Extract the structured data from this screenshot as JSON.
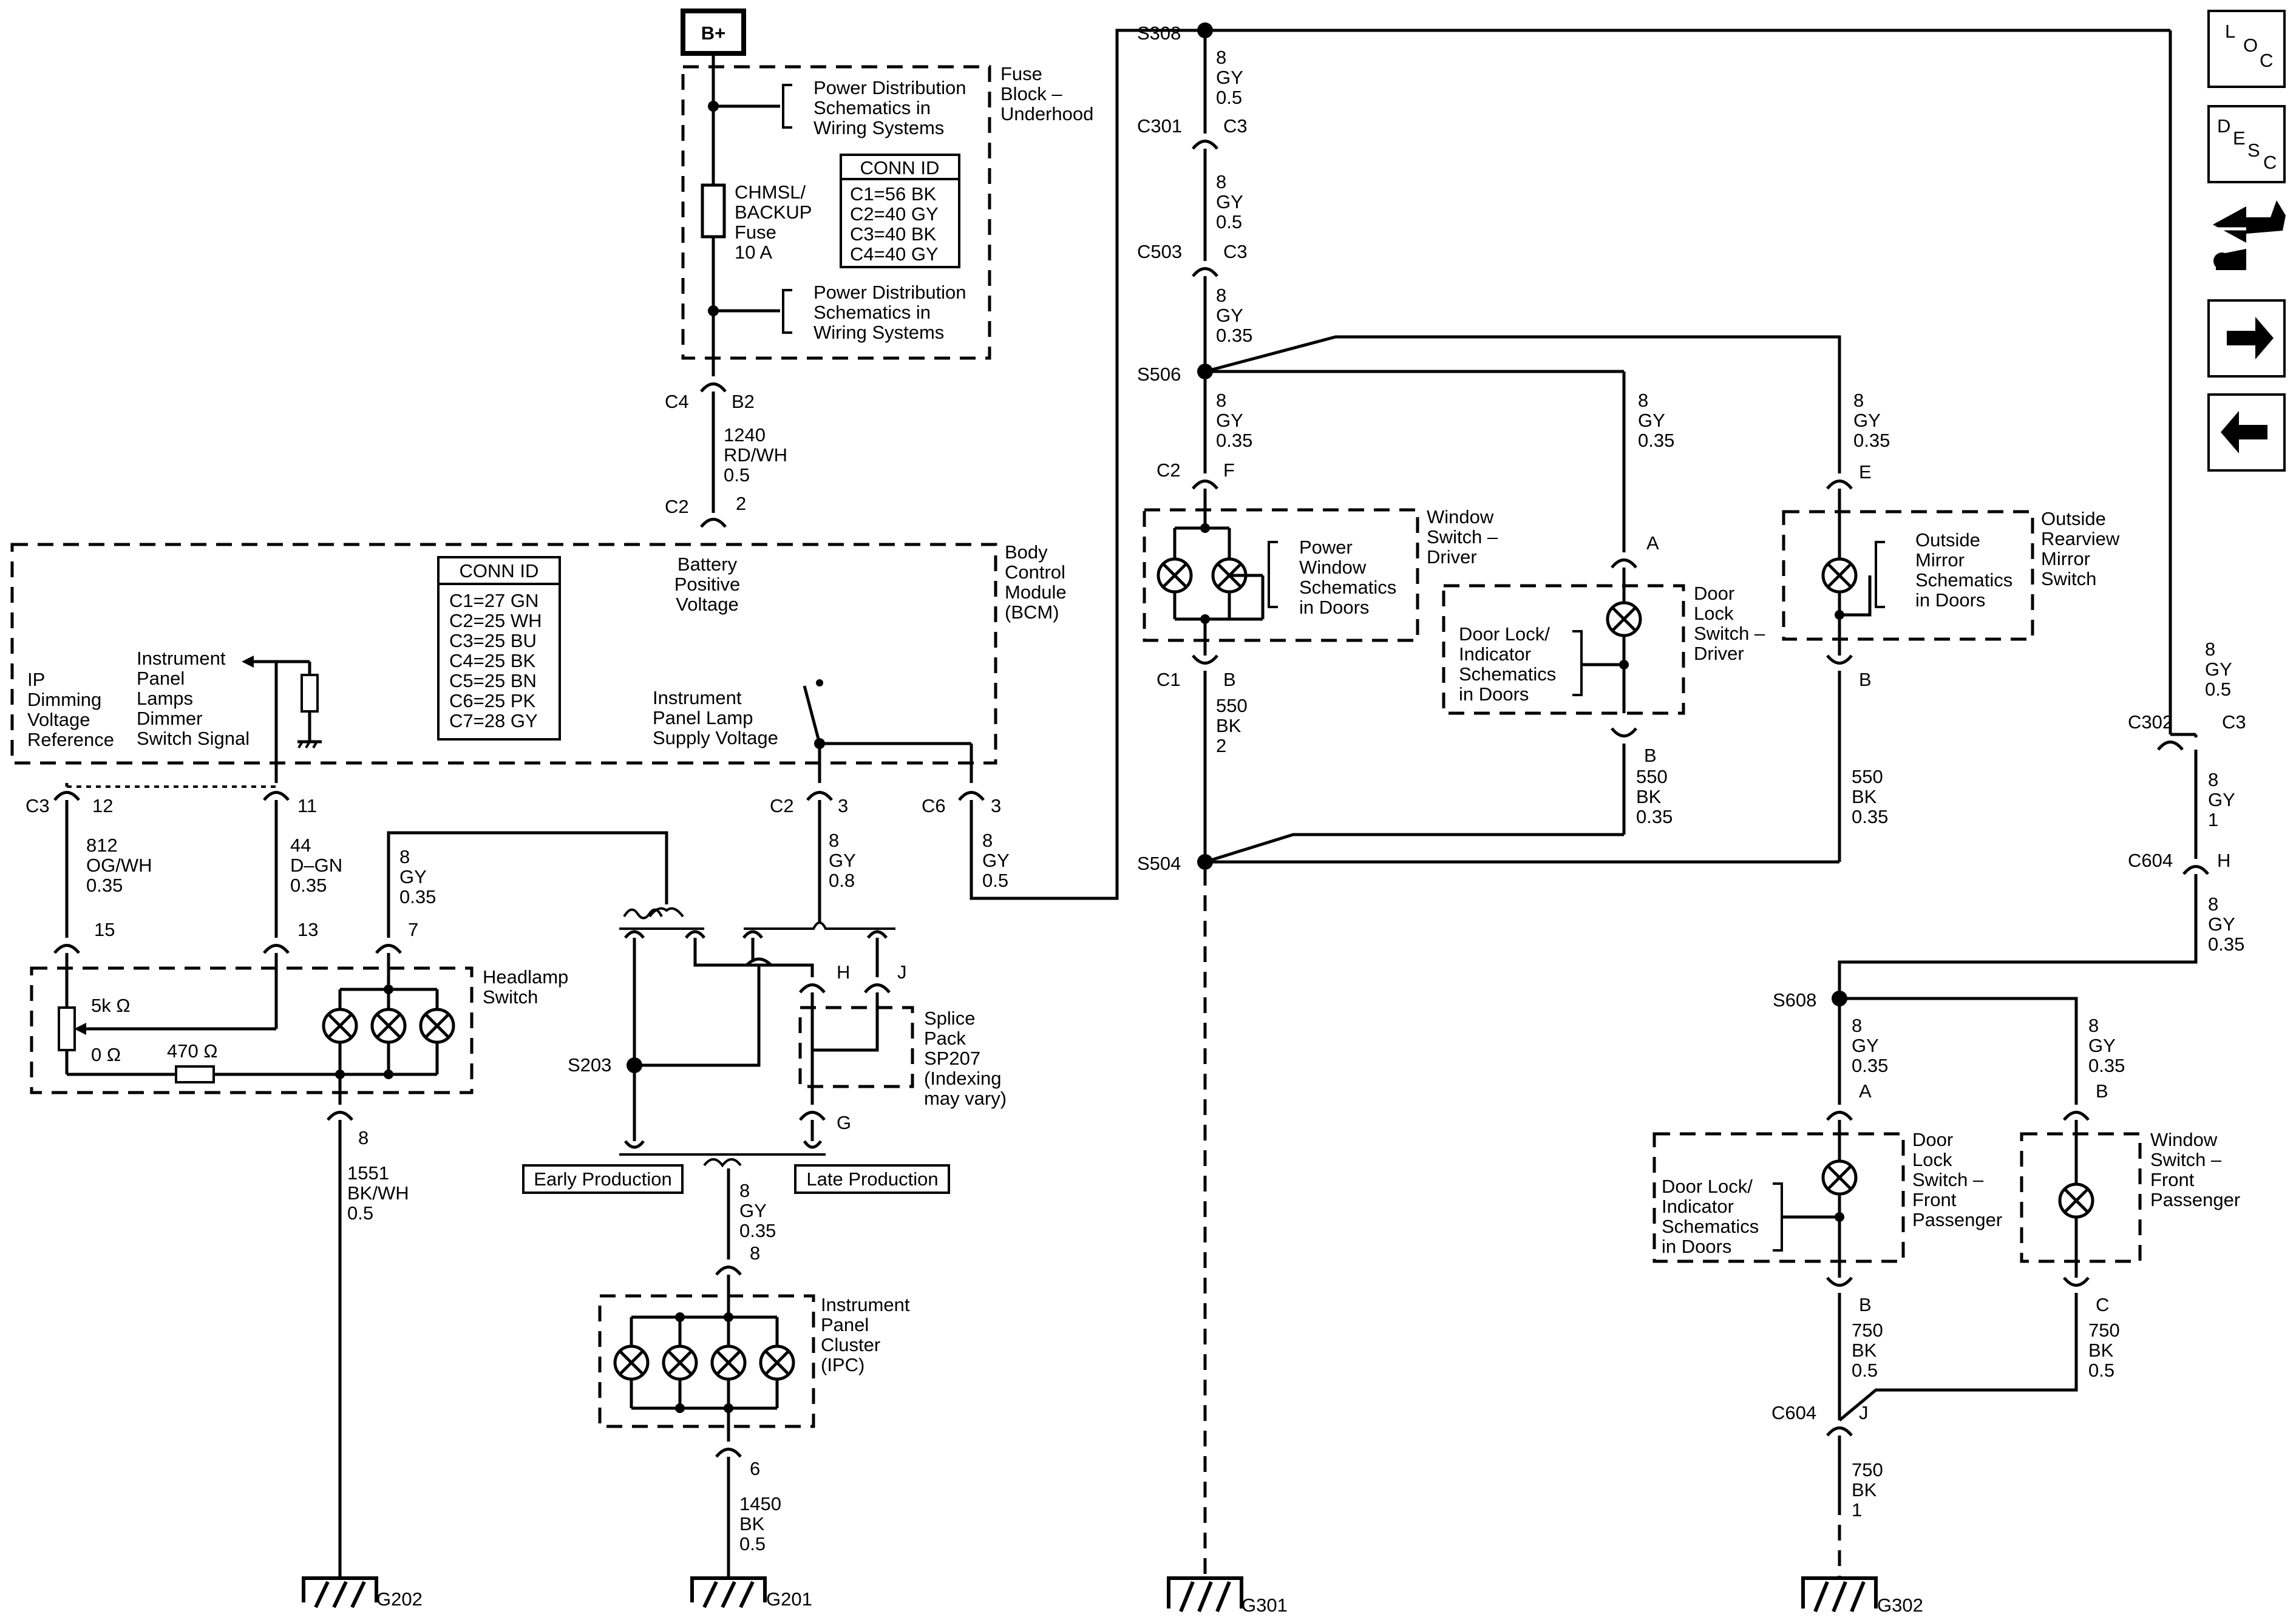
{
  "power_source": "B+",
  "fuse_block": {
    "title": [
      "Fuse",
      "Block –",
      "Underhood"
    ],
    "pd_top": [
      "Power Distribution",
      "Schematics in",
      "Wiring Systems"
    ],
    "pd_bottom": [
      "Power Distribution",
      "Schematics in",
      "Wiring Systems"
    ],
    "fuse": [
      "CHMSL/",
      "BACKUP",
      "Fuse",
      "10 A"
    ],
    "conn_id_title": "CONN ID",
    "conn_ids": [
      "C1=56 BK",
      "C2=40 GY",
      "C3=40 BK",
      "C4=40 GY"
    ]
  },
  "bcm": {
    "title": [
      "Body",
      "Control",
      "Module",
      "(BCM)"
    ],
    "conn_id_title": "CONN ID",
    "conn_ids": [
      "C1=27 GN",
      "C2=25 WH",
      "C3=25 BU",
      "C4=25 BK",
      "C5=25 BN",
      "C6=25 PK",
      "C7=28 GY"
    ],
    "battery": [
      "Battery",
      "Positive",
      "Voltage"
    ],
    "ip_dimming": [
      "IP",
      "Dimming",
      "Voltage",
      "Reference"
    ],
    "dimmer_signal": [
      "Instrument",
      "Panel",
      "Lamps",
      "Dimmer",
      "Switch Signal"
    ],
    "lamp_supply": [
      "Instrument",
      "Panel Lamp",
      "Supply Voltage"
    ]
  },
  "connectors": {
    "c4": "C4",
    "b2": "B2",
    "c2_top": "C2",
    "pin2": "2",
    "c3_bcm": "C3",
    "pin12": "12",
    "pin11": "11",
    "c2_bcm": "C2",
    "pin3a": "3",
    "c6": "C6",
    "pin3b": "3",
    "pin15": "15",
    "pin13": "13",
    "pin7": "7",
    "pin8_hs": "8",
    "h": "H",
    "j": "J",
    "g": "G",
    "pin8_ipc": "8",
    "pin6": "6",
    "s203": "S203",
    "s308": "S308",
    "c301": "C301",
    "c301_pin": "C3",
    "c503": "C503",
    "c503_pin": "C3",
    "s506": "S506",
    "c2_ws": "C2",
    "f": "F",
    "c1_ws": "C1",
    "b_ws": "B",
    "a_dl": "A",
    "b_dl": "B",
    "e_om": "E",
    "b_om": "B",
    "s504": "S504",
    "c302": "C302",
    "c302_pin": "C3",
    "c604": "C604",
    "c604_pin": "H",
    "s608": "S608",
    "a_fp": "A",
    "b_fp": "B",
    "b2_fp": "B",
    "c_fp": "C",
    "c604b": "C604",
    "j_fp": "J"
  },
  "wires": {
    "w1240": [
      "1240",
      "RD/WH",
      "0.5"
    ],
    "w812": [
      "812",
      "OG/WH",
      "0.35"
    ],
    "w44": [
      "44",
      "D–GN",
      "0.35"
    ],
    "w8_hs": [
      "8",
      "GY",
      "0.35"
    ],
    "w8_c2": [
      "8",
      "GY",
      "0.8"
    ],
    "w8_c6": [
      "8",
      "GY",
      "0.5"
    ],
    "w1551": [
      "1551",
      "BK/WH",
      "0.5"
    ],
    "w8_ipc": [
      "8",
      "GY",
      "0.35"
    ],
    "w1450": [
      "1450",
      "BK",
      "0.5"
    ],
    "w8_s308": [
      "8",
      "GY",
      "0.5"
    ],
    "w8_c301": [
      "8",
      "GY",
      "0.5"
    ],
    "w8_c503": [
      "8",
      "GY",
      "0.35"
    ],
    "w8_s506": [
      "8",
      "GY",
      "0.35"
    ],
    "w8_dl": [
      "8",
      "GY",
      "0.35"
    ],
    "w8_om": [
      "8",
      "GY",
      "0.35"
    ],
    "w550_ws": [
      "550",
      "BK",
      "2"
    ],
    "w550_dl": [
      "550",
      "BK",
      "0.35"
    ],
    "w550_om": [
      "550",
      "BK",
      "0.35"
    ],
    "w8_right": [
      "8",
      "GY",
      "0.5"
    ],
    "w8_c302": [
      "8",
      "GY",
      "1"
    ],
    "w8_c604": [
      "8",
      "GY",
      "0.35"
    ],
    "w8_fpa": [
      "8",
      "GY",
      "0.35"
    ],
    "w8_fpb": [
      "8",
      "GY",
      "0.35"
    ],
    "w750_b": [
      "750",
      "BK",
      "0.5"
    ],
    "w750_c": [
      "750",
      "BK",
      "0.5"
    ],
    "w750_1": [
      "750",
      "BK",
      "1"
    ]
  },
  "components": {
    "headlamp_switch": [
      "Headlamp",
      "Switch"
    ],
    "r5k": "5k Ω",
    "r0": "0 Ω",
    "r470": "470 Ω",
    "splice_pack": [
      "Splice",
      "Pack",
      "SP207",
      "(Indexing",
      "may vary)"
    ],
    "early": "Early Production",
    "late": "Late Production",
    "ipc": [
      "Instrument",
      "Panel",
      "Cluster",
      "(IPC)"
    ],
    "window_switch_driver": [
      "Window",
      "Switch –",
      "Driver"
    ],
    "pw_schematics": [
      "Power",
      "Window",
      "Schematics",
      "in Doors"
    ],
    "dl_schematics_driver": [
      "Door Lock/",
      "Indicator",
      "Schematics",
      "in Doors"
    ],
    "door_lock_driver": [
      "Door",
      "Lock",
      "Switch –",
      "Driver"
    ],
    "om_schematics": [
      "Outside",
      "Mirror",
      "Schematics",
      "in Doors"
    ],
    "outside_mirror": [
      "Outside",
      "Rearview",
      "Mirror",
      "Switch"
    ],
    "dl_schematics_fp": [
      "Door Lock/",
      "Indicator",
      "Schematics",
      "in Doors"
    ],
    "door_lock_fp": [
      "Door",
      "Lock",
      "Switch –",
      "Front",
      "Passenger"
    ],
    "window_switch_fp": [
      "Window",
      "Switch –",
      "Front",
      "Passenger"
    ]
  },
  "grounds": {
    "g202": "G202",
    "g201": "G201",
    "g301": "G301",
    "g302": "G302"
  },
  "nav": {
    "loc": {
      "l": "L",
      "o": "O",
      "c": "C"
    },
    "desc": {
      "d": "D",
      "e": "E",
      "s": "S",
      "c": "C"
    },
    "icons": [
      "connector-tool-icon",
      "arrow-right-icon",
      "arrow-left-icon"
    ]
  }
}
